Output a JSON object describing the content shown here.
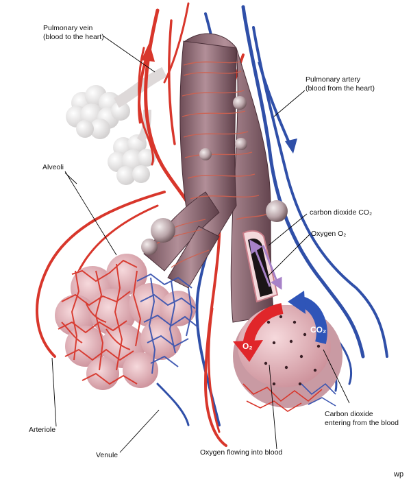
{
  "labels": {
    "pulmonary_vein_line1": "Pulmonary vein",
    "pulmonary_vein_line2": "(blood to the heart)",
    "pulmonary_artery_line1": "Pulmonary artery",
    "pulmonary_artery_line2": "(blood from the heart)",
    "alveoli": "Alveoli",
    "carbon_dioxide": "carbon dioxide CO₂",
    "oxygen": "Oxygen O₂",
    "carbon_dioxide_entering_line1": "Carbon dioxide",
    "carbon_dioxide_entering_line2": "entering from the blood",
    "arteriole": "Arteriole",
    "venule": "Venule",
    "oxygen_flowing": "Oxygen flowing into blood",
    "credit": "wp"
  },
  "markers": {
    "o2": "O₂",
    "co2": "CO₂"
  },
  "colors": {
    "artery_blue": "#2f4fa8",
    "vein_red": "#d8362b",
    "bronchiole": "#8e6a74",
    "alveolus": "#e9e1e1",
    "leader_line": "#000000"
  }
}
